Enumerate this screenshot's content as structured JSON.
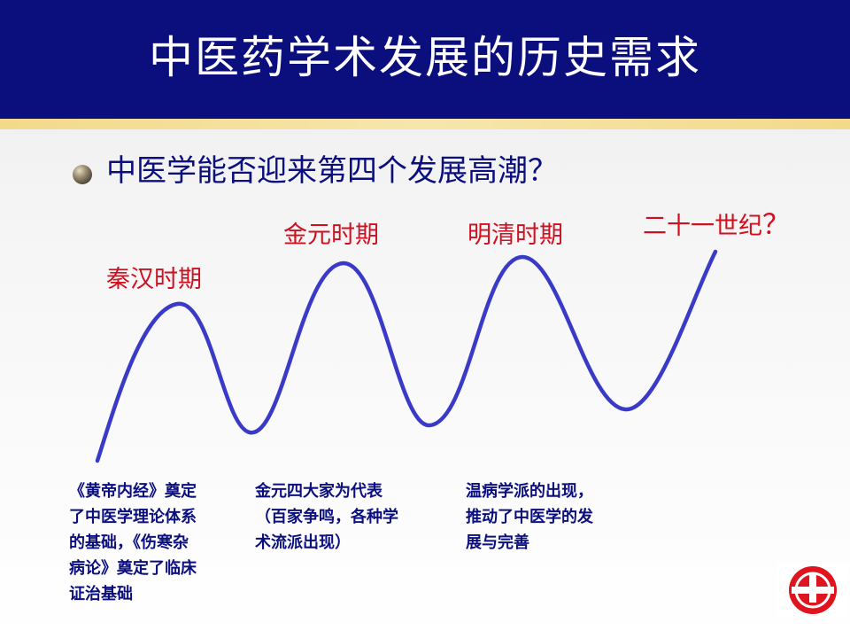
{
  "header": {
    "title": "中医药学术发展的历史需求"
  },
  "question": "中医学能否迎来第四个发展高潮？",
  "eras": [
    {
      "label": "秦汉时期"
    },
    {
      "label": "金元时期"
    },
    {
      "label": "明清时期"
    },
    {
      "label": "二十一世纪",
      "suffix": "？"
    }
  ],
  "descriptions": [
    "《黄帝内经》奠定\n了中医学理论体系\n的基础，《伤寒杂\n病论》奠定了临床\n证治基础",
    "金元四大家为代表\n（百家争鸣，各种学\n术流派出现）",
    "温病学派的出现，\n推动了中医学的发\n展与完善"
  ],
  "colors": {
    "header_bg": "#0b0f7e",
    "stripe": "#f3d98a",
    "wave": "#3a3ac8",
    "era_text": "#d10f1f",
    "body_text": "#0b0f7e"
  },
  "icons": {
    "bullet": "sphere-bullet-icon",
    "logo": "red-circle-logo-icon"
  }
}
